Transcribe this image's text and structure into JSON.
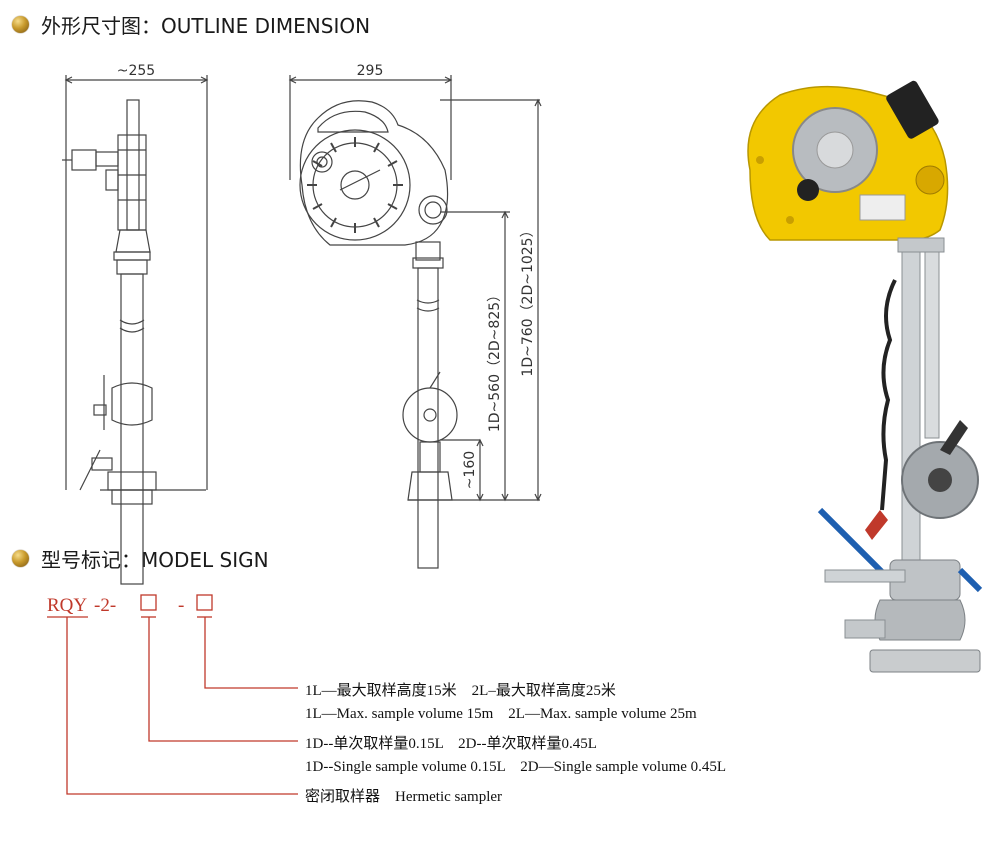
{
  "section_outline": {
    "title": "外形尺寸图：OUTLINE DIMENSION"
  },
  "section_model": {
    "title": "型号标记：MODEL SIGN"
  },
  "dimensions": {
    "side_width": "~255",
    "front_width": "295",
    "height_total": "1D~760（2D~1025）",
    "height_mid": "1D~560（2D~825）",
    "height_low": "~160"
  },
  "model_code": {
    "prefix": "RQY",
    "sep1": "-2-",
    "sep2": "-"
  },
  "descriptions": {
    "line1": "1L—最大取样高度15米　2L–最大取样高度25米",
    "line2": "1L—Max. sample volume 15m　2L—Max. sample volume 25m",
    "line3": "1D--单次取样量0.15L　2D--单次取样量0.45L",
    "line4": "1D--Single sample volume 0.15L　2D—Single sample volume 0.45L",
    "line5": "密闭取样器　Hermetic sampler"
  },
  "colors": {
    "code_red": "#c0392b",
    "device_yellow": "#f2c800",
    "line_gray": "#444444"
  }
}
